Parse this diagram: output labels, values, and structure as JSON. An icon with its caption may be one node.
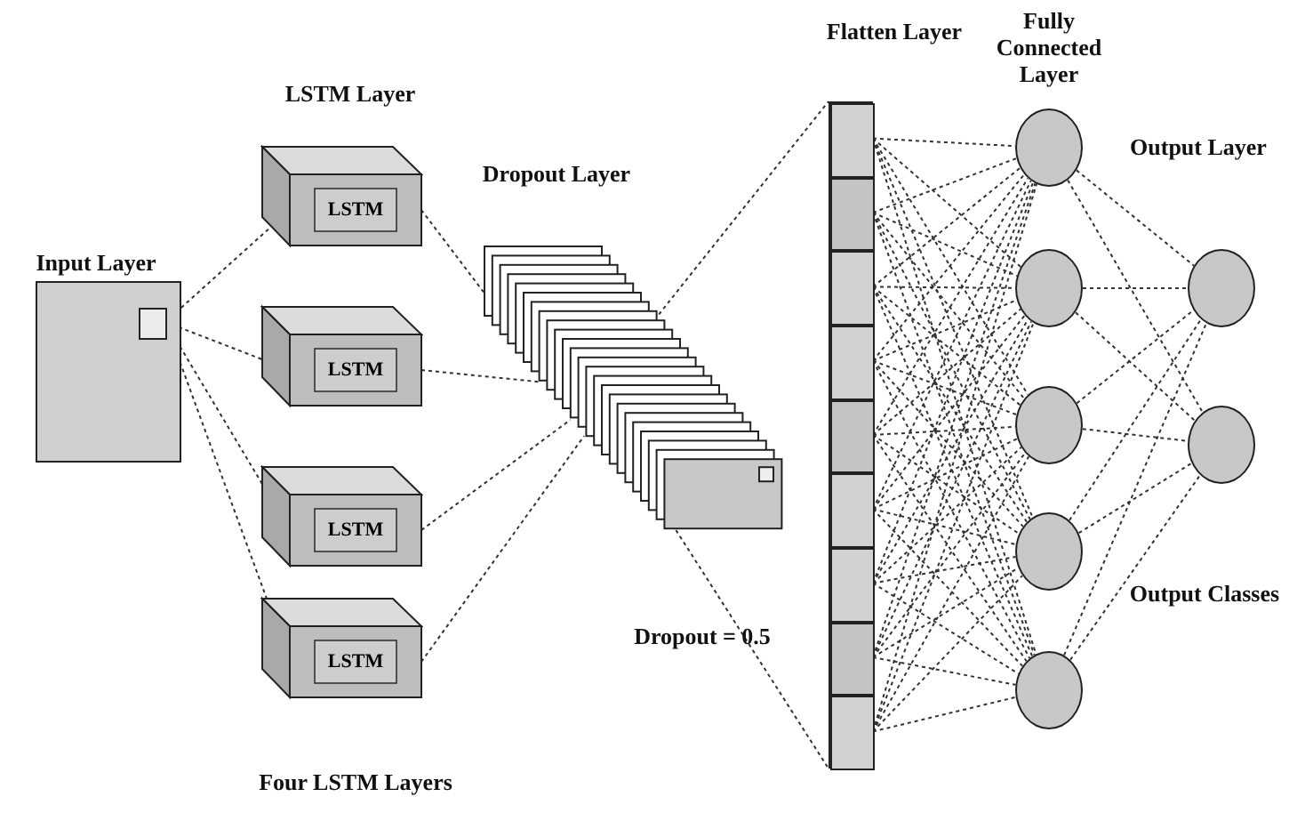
{
  "diagram": {
    "nodes": [
      {
        "text": [],
        "shape": "box"
      },
      {
        "text": [],
        "shape": "box",
        "in": 0
      },
      {
        "text": [
          "LSTM"
        ]
      },
      {
        "text": [
          "LSTM"
        ]
      },
      {
        "text": [
          "LSTM"
        ]
      },
      {
        "text": [
          "LSTM"
        ]
      },
      {
        "text": [],
        "shape": "box"
      },
      {
        "text": [],
        "shape": "bar"
      },
      {
        "text": [],
        "shape": "box",
        "in": 7
      },
      {
        "text": [],
        "shape": "box",
        "in": 7
      },
      {
        "text": [],
        "shape": "box",
        "in": 7
      },
      {
        "text": [],
        "shape": "box",
        "in": 7
      },
      {
        "text": [],
        "shape": "box",
        "in": 7
      },
      {
        "text": [],
        "shape": "box",
        "in": 7
      },
      {
        "text": [],
        "shape": "box",
        "in": 7
      },
      {
        "text": [],
        "shape": "box",
        "in": 7
      },
      {
        "text": [],
        "shape": "box",
        "in": 7
      },
      {
        "text": [],
        "shape": "circle"
      },
      {
        "text": [],
        "shape": "circle"
      },
      {
        "text": [],
        "shape": "circle"
      },
      {
        "text": [],
        "shape": "circle"
      },
      {
        "text": [],
        "shape": "circle"
      },
      {
        "text": [],
        "shape": "circle"
      },
      {
        "text": [],
        "shape": "circle"
      }
    ],
    "edges": [
      {
        "from": 1,
        "to": 2,
        "arrow": "none"
      },
      {
        "from": 1,
        "to": 3,
        "arrow": "none"
      },
      {
        "from": 1,
        "to": 4,
        "arrow": "none"
      },
      {
        "from": 1,
        "to": 5,
        "arrow": "none"
      },
      {
        "from": 2,
        "to": 6,
        "arrow": "none"
      },
      {
        "from": 3,
        "to": 6,
        "arrow": "none"
      },
      {
        "from": 4,
        "to": 6,
        "arrow": "none"
      },
      {
        "from": 5,
        "to": 6,
        "arrow": "none"
      },
      {
        "from": 6,
        "to": 7,
        "arrow": "none"
      },
      {
        "from": 6,
        "to": 7,
        "arrow": "none"
      },
      {
        "from": 8,
        "to": 17,
        "arrow": "none"
      },
      {
        "from": 8,
        "to": 18,
        "arrow": "none"
      },
      {
        "from": 8,
        "to": 19,
        "arrow": "none"
      },
      {
        "from": 8,
        "to": 20,
        "arrow": "none"
      },
      {
        "from": 8,
        "to": 21,
        "arrow": "none"
      },
      {
        "from": 9,
        "to": 17,
        "arrow": "none"
      },
      {
        "from": 9,
        "to": 18,
        "arrow": "none"
      },
      {
        "from": 9,
        "to": 19,
        "arrow": "none"
      },
      {
        "from": 9,
        "to": 20,
        "arrow": "none"
      },
      {
        "from": 9,
        "to": 21,
        "arrow": "none"
      },
      {
        "from": 10,
        "to": 17,
        "arrow": "none"
      },
      {
        "from": 10,
        "to": 18,
        "arrow": "none"
      },
      {
        "from": 10,
        "to": 19,
        "arrow": "none"
      },
      {
        "from": 10,
        "to": 20,
        "arrow": "none"
      },
      {
        "from": 10,
        "to": 21,
        "arrow": "none"
      },
      {
        "from": 11,
        "to": 17,
        "arrow": "none"
      },
      {
        "from": 11,
        "to": 18,
        "arrow": "none"
      },
      {
        "from": 11,
        "to": 19,
        "arrow": "none"
      },
      {
        "from": 11,
        "to": 20,
        "arrow": "none"
      },
      {
        "from": 11,
        "to": 21,
        "arrow": "none"
      },
      {
        "from": 12,
        "to": 17,
        "arrow": "none"
      },
      {
        "from": 12,
        "to": 18,
        "arrow": "none"
      },
      {
        "from": 12,
        "to": 19,
        "arrow": "none"
      },
      {
        "from": 12,
        "to": 20,
        "arrow": "none"
      },
      {
        "from": 12,
        "to": 21,
        "arrow": "none"
      },
      {
        "from": 13,
        "to": 17,
        "arrow": "none"
      },
      {
        "from": 13,
        "to": 18,
        "arrow": "none"
      },
      {
        "from": 13,
        "to": 19,
        "arrow": "none"
      },
      {
        "from": 13,
        "to": 20,
        "arrow": "none"
      },
      {
        "from": 13,
        "to": 21,
        "arrow": "none"
      },
      {
        "from": 14,
        "to": 17,
        "arrow": "none"
      },
      {
        "from": 14,
        "to": 18,
        "arrow": "none"
      },
      {
        "from": 14,
        "to": 19,
        "arrow": "none"
      },
      {
        "from": 14,
        "to": 20,
        "arrow": "none"
      },
      {
        "from": 14,
        "to": 21,
        "arrow": "none"
      },
      {
        "from": 15,
        "to": 17,
        "arrow": "none"
      },
      {
        "from": 15,
        "to": 18,
        "arrow": "none"
      },
      {
        "from": 15,
        "to": 19,
        "arrow": "none"
      },
      {
        "from": 15,
        "to": 20,
        "arrow": "none"
      },
      {
        "from": 15,
        "to": 21,
        "arrow": "none"
      },
      {
        "from": 16,
        "to": 17,
        "arrow": "none"
      },
      {
        "from": 16,
        "to": 18,
        "arrow": "none"
      },
      {
        "from": 16,
        "to": 19,
        "arrow": "none"
      },
      {
        "from": 16,
        "to": 20,
        "arrow": "none"
      },
      {
        "from": 16,
        "to": 21,
        "arrow": "none"
      },
      {
        "from": 17,
        "to": 22,
        "arrow": "none"
      },
      {
        "from": 17,
        "to": 23,
        "arrow": "none"
      },
      {
        "from": 18,
        "to": 22,
        "arrow": "none"
      },
      {
        "from": 18,
        "to": 23,
        "arrow": "none"
      },
      {
        "from": 19,
        "to": 22,
        "arrow": "none"
      },
      {
        "from": 19,
        "to": 23,
        "arrow": "none"
      },
      {
        "from": 20,
        "to": 22,
        "arrow": "none"
      },
      {
        "from": 20,
        "to": 23,
        "arrow": "none"
      },
      {
        "from": 21,
        "to": 22,
        "arrow": "none"
      },
      {
        "from": 21,
        "to": 23,
        "arrow": "none"
      }
    ],
    "labels": [
      "Flatten Layer",
      "Fully Connected Layer",
      "LSTM Layer",
      "Output Layer",
      "Dropout Layer",
      "Input Layer",
      "Dropout = 0.5",
      "Output Classes",
      "Four LSTM Layers"
    ]
  }
}
